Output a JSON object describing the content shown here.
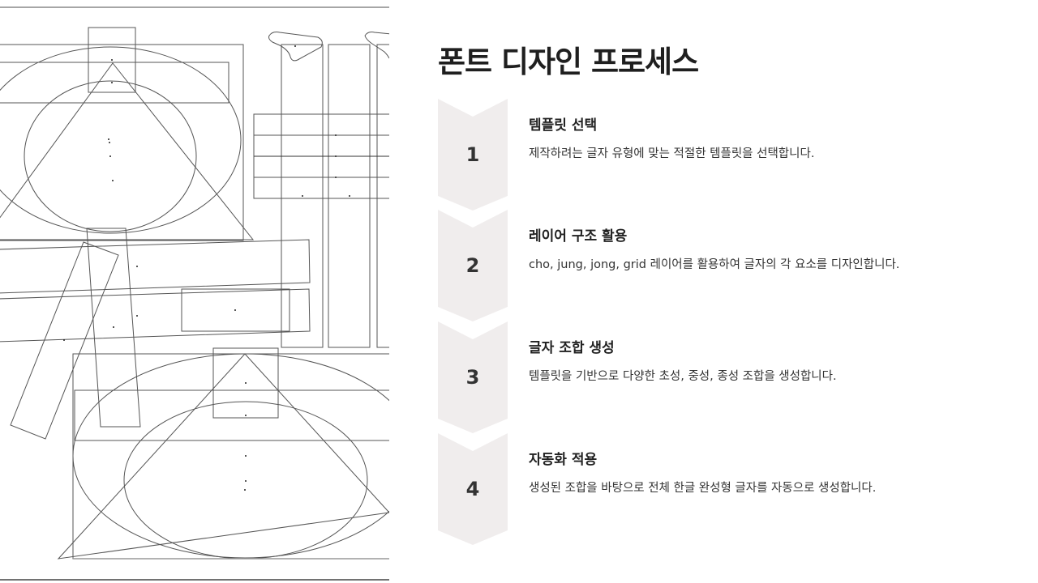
{
  "slide": {
    "title": "폰트 디자인 프로세스",
    "chevron_color": "#f0eded",
    "steps": [
      {
        "number": "1",
        "title": "템플릿 선택",
        "description": "제작하려는 글자 유형에 맞는 적절한 템플릿을 선택합니다."
      },
      {
        "number": "2",
        "title": "레이어 구조 활용",
        "description": "cho, jung, jong, grid 레이어를 활용하여 글자의 각 요소를 디자인합니다."
      },
      {
        "number": "3",
        "title": "글자 조합 생성",
        "description": "템플릿을 기반으로 다양한 초성, 중성, 종성 조합을 생성합니다."
      },
      {
        "number": "4",
        "title": "자동화 적용",
        "description": "생성된 조합을 바탕으로 전체 한글 완성형 글자를 자동으로 생성합니다."
      }
    ]
  },
  "illustration": {
    "description": "font template wireframe line drawing",
    "stroke_color": "#555555"
  }
}
